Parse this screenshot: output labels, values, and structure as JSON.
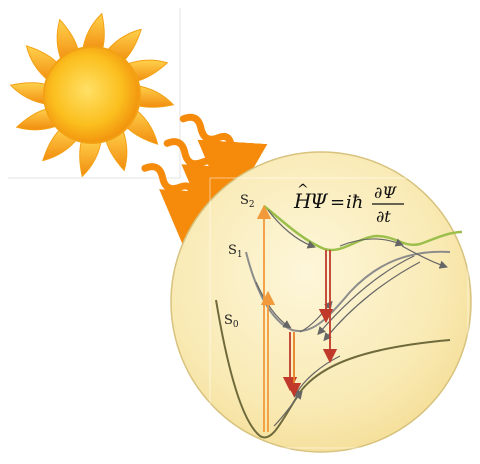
{
  "states": [
    {
      "name": "S",
      "sub": "2"
    },
    {
      "name": "S",
      "sub": "1"
    },
    {
      "name": "S",
      "sub": "0"
    }
  ],
  "equation": {
    "lhs_H": "H",
    "hat": "^",
    "psi": "Ψ",
    "eq": "=",
    "ihbar": "iħ",
    "numerator": "∂Ψ",
    "denominator": "∂t"
  },
  "colors": {
    "sun_core": "#f7b21b",
    "sun_ray": "#f39c12",
    "light_wave": "#f58a0b",
    "circle_fill": "#fbf0c2",
    "s2_curve": "#9bbf4a",
    "s1_curve": "#8c8c8c",
    "s0_curve": "#6f6a3c",
    "excitation_arrow": "#f39c3a",
    "decay_arrow": "#c0392b"
  },
  "icons": [
    "sun-icon",
    "light-wave-icon"
  ]
}
